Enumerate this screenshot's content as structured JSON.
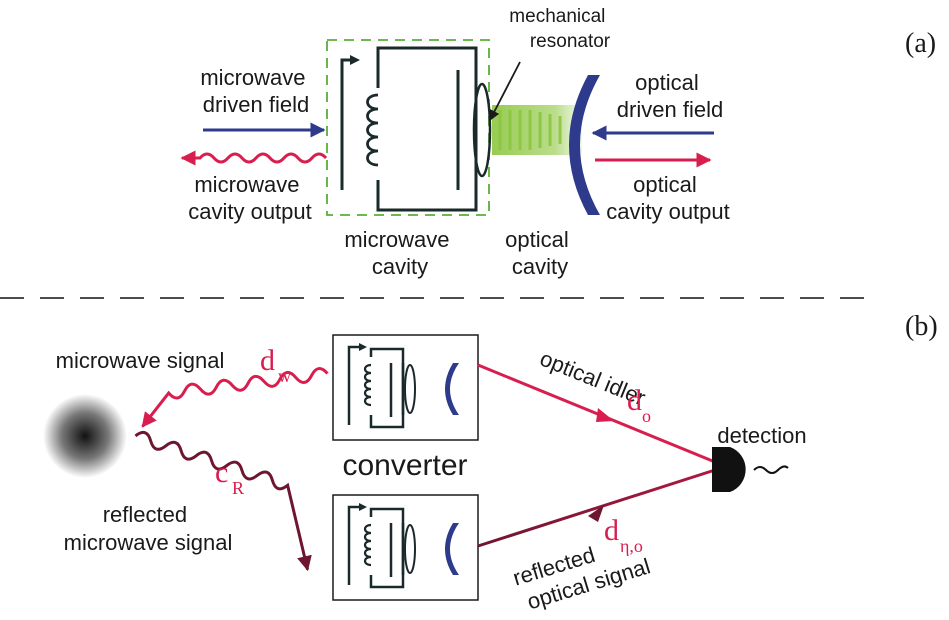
{
  "panel_a": {
    "tag": "(a)",
    "mechanical_resonator": [
      "mechanical",
      "resonator"
    ],
    "microwave_driven_field": [
      "microwave",
      "driven field"
    ],
    "microwave_cavity_output": [
      "microwave",
      "cavity output"
    ],
    "optical_driven_field": [
      "optical",
      "driven field"
    ],
    "optical_cavity_output": [
      "optical",
      "cavity output"
    ],
    "microwave_cavity": [
      "microwave",
      "cavity"
    ],
    "optical_cavity": [
      "optical",
      "cavity"
    ]
  },
  "panel_b": {
    "tag": "(b)",
    "microwave_signal": "microwave signal",
    "d_w": {
      "main": "d",
      "sub": "w"
    },
    "c_R": {
      "main": "c",
      "sub": "R"
    },
    "reflected_microwave_signal": [
      "reflected",
      "microwave signal"
    ],
    "converter": "converter",
    "optical_idler": "optical idler",
    "d_o": {
      "main": "d",
      "sub": "o"
    },
    "detection": "detection",
    "d_eta_o": {
      "main": "d",
      "sub": "η,o"
    },
    "reflected_optical_signal": [
      "reflected",
      "optical signal"
    ]
  },
  "colors": {
    "blue": "#2e3a8c",
    "red": "#d81e4e",
    "dark_red": "#6e1630",
    "green": "#8cc63f",
    "circuit": "#1a2a2a",
    "dashed_box": "#5aae3a"
  }
}
